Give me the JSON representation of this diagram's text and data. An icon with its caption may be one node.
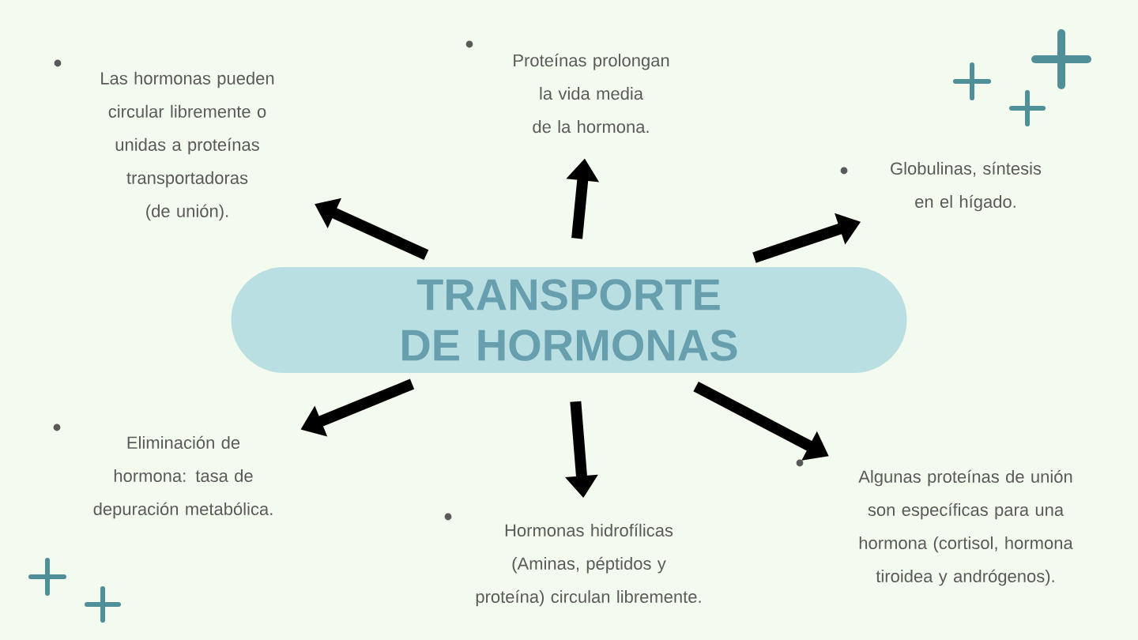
{
  "diagram": {
    "nodes": [
      {
        "text": [
          "TRANSPORTE DE HORMONAS"
        ]
      },
      {
        "text": [
          "Las hormonas pueden circular libremente o unidas a proteínas transportadoras (de unión)."
        ]
      },
      {
        "text": [
          "Proteínas prolongan la vida media de la hormona."
        ]
      },
      {
        "text": [
          "Globulinas, síntesis en el hígado."
        ]
      },
      {
        "text": [
          "Eliminación de hormona: tasa de depuración metabólica."
        ]
      },
      {
        "text": [
          "Hormonas hidrofílicas (Aminas, péptidos y proteína) circulan libremente."
        ]
      },
      {
        "text": [
          "Algunas proteínas de unión son específicas para una hormona (cortisol, hormona tiroidea y andrógenos)."
        ]
      }
    ],
    "edges": [
      {
        "from": 0,
        "to": 1,
        "arrow": "to"
      },
      {
        "from": 0,
        "to": 2,
        "arrow": "to"
      },
      {
        "from": 0,
        "to": 3,
        "arrow": "to"
      },
      {
        "from": 0,
        "to": 4,
        "arrow": "to"
      },
      {
        "from": 0,
        "to": 5,
        "arrow": "to"
      },
      {
        "from": 0,
        "to": 6,
        "arrow": "to"
      }
    ]
  }
}
